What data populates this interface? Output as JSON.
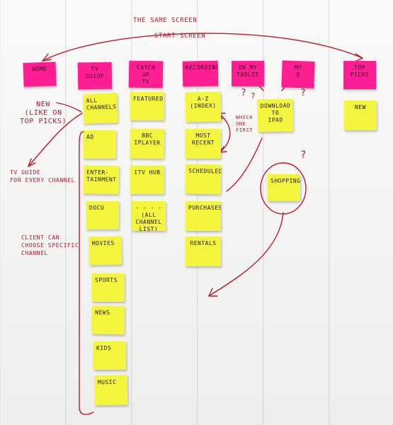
{
  "headers": {
    "home": "HOME",
    "tv_guide": "TV\nGUIDE",
    "catch_up": "CATCH UP\nTV",
    "recordings": "RECORDING",
    "on_my_tablet": "ON MY\nTABLET",
    "my_q": "MY\nQ",
    "top_picks": "TOP\nPICKS"
  },
  "tv_guide_notes": [
    "ALL\nCHANNELS",
    "AD",
    "ENTER-\nTAINMENT",
    "DOCU",
    "MOVIES",
    "SPORTS",
    "NEWS",
    "KIDS",
    "MUSIC"
  ],
  "catch_up_notes": [
    "FEATURED",
    "BBC\niPLAYER",
    "ITV HUB",
    "- - - -\n(ALL CHANNEL\nLIST)"
  ],
  "recordings_notes": [
    "A-Z\n(INDEX)",
    "MOST\nRECENT",
    "SCHEDULED",
    "PURCHASES",
    "RENTALS"
  ],
  "tablet_notes": [
    "DOWNLOAD\nTO\niPAD"
  ],
  "misc_notes": [
    "SHOPPING"
  ],
  "top_picks_notes": [
    "NEW"
  ],
  "annotations": {
    "same_screen": "THE SAME SCREEN",
    "start_screen": "START SCREEN",
    "new_like_top_picks": "NEW\n(like on\nTOP PICKS)",
    "tv_guide_every_channel": "TV GUIDE\nFOR EVERY CHANNEL",
    "client_can_choose": "CLIENT CAN\nCHOOSE SPECIFIC\nCHANNEL",
    "which_one_first": "WHICH\nONE\nFIRST",
    "q1": "?",
    "q2": "?",
    "q3": "?",
    "q4": "?"
  },
  "colors": {
    "header_note": "#ff1e93",
    "item_note": "#f4f53d",
    "ink": "#c0182c"
  }
}
